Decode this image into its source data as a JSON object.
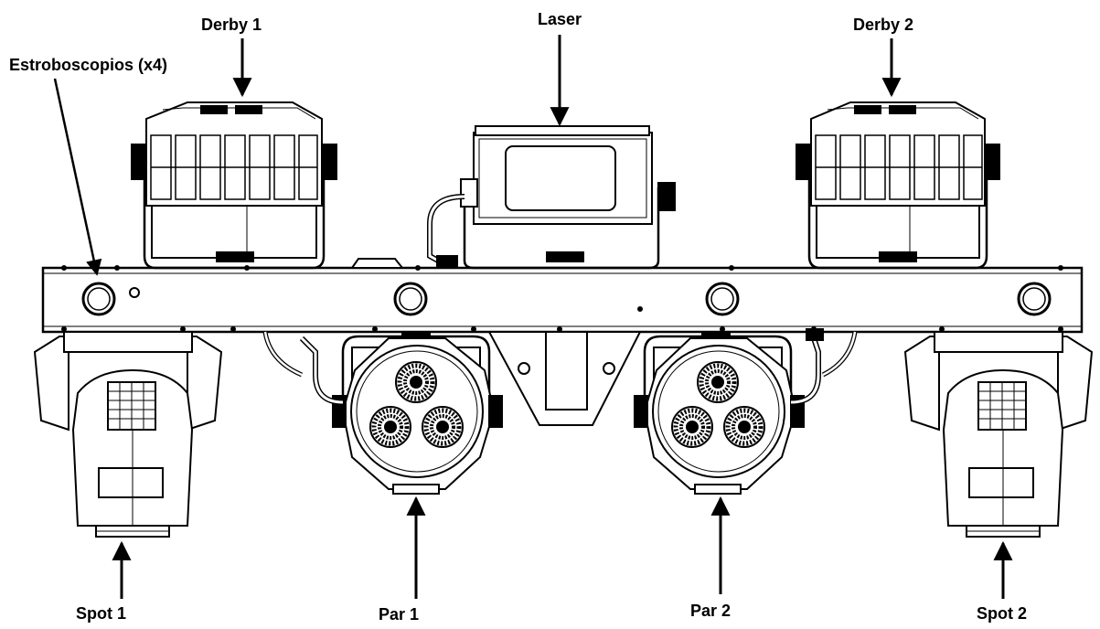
{
  "labels": {
    "derby1": "Derby 1",
    "laser": "Laser",
    "derby2": "Derby 2",
    "strobes": "Estroboscopios (x4)",
    "spot1": "Spot 1",
    "par1": "Par 1",
    "par2": "Par 2",
    "spot2": "Spot 2"
  },
  "colors": {
    "line": "#000000",
    "fill": "#ffffff",
    "accent": "#333333"
  }
}
